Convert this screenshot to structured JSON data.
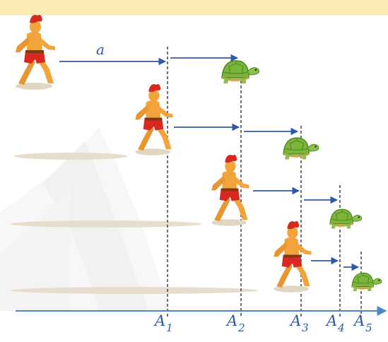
{
  "colors": {
    "top_band": "#fbebb5",
    "arrow": "#2f59a6",
    "axis": "#4a86c8",
    "ground_shadow": "#e6ddce",
    "skin": "#f2a43a",
    "shorts": "#d9281f",
    "hair": "#d62a1f",
    "shell": "#7cb53a",
    "shell_dark": "#4d8a24"
  },
  "labels": {
    "distance": "a",
    "points": [
      {
        "main": "A",
        "sub": "1"
      },
      {
        "main": "A",
        "sub": "2"
      },
      {
        "main": "A",
        "sub": "3"
      },
      {
        "main": "A",
        "sub": "4"
      },
      {
        "main": "A",
        "sub": "5"
      }
    ]
  },
  "icons": {
    "runner": "achilles-runner-icon",
    "tortoise": "tortoise-icon"
  }
}
